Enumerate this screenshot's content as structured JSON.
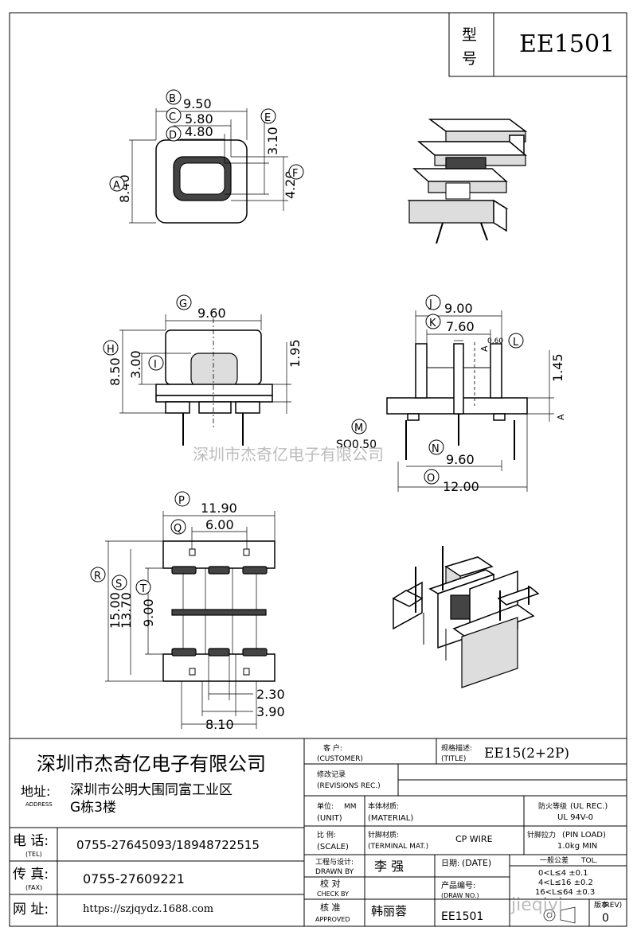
{
  "model": {
    "label_line1": "型",
    "label_line2": "号",
    "value": "EE1501"
  },
  "dims": {
    "top": {
      "d950": "9.50",
      "d580": "5.80",
      "d480": "4.80",
      "d840": "8.40",
      "d310": "3.10",
      "d420": "4.20"
    },
    "front": {
      "d960": "9.60",
      "d850": "8.50",
      "d300": "3.00",
      "d195": "1.95"
    },
    "side": {
      "d900": "9.00",
      "d760": "7.60",
      "d060": "0.60",
      "d145": "1.45",
      "d960": "9.60",
      "d1200": "12.00",
      "sq": "SQ0.50",
      "secA": "A",
      "secA2": "A"
    },
    "bottom": {
      "d1190": "11.90",
      "d600": "6.00",
      "d1500": "15.00",
      "d1370": "13.70",
      "d900": "9.00",
      "d230": "2.30",
      "d390": "3.90",
      "d810": "8.10"
    }
  },
  "callouts": {
    "A": "A",
    "B": "B",
    "C": "C",
    "D": "D",
    "E": "E",
    "F": "F",
    "G": "G",
    "H": "H",
    "I": "I",
    "J": "J",
    "K": "K",
    "L": "L",
    "M": "M",
    "N": "N",
    "O": "O",
    "P": "P",
    "Q": "Q",
    "R": "R",
    "S": "S",
    "T": "T"
  },
  "watermark": "深圳市杰奇亿电子有限公司",
  "title_block": {
    "company": "深圳市杰奇亿电子有限公司",
    "address_label": "地址:",
    "address_en": "ADDRESS",
    "address_line1": "深圳市公明大围同富工业区",
    "address_line2": "G栋3楼",
    "tel_label": "电  话:",
    "tel_en": "(TEL)",
    "tel_value": "0755-27645093/18948722515",
    "fax_label": "传  真:",
    "fax_en": "(FAX)",
    "fax_value": "0755-27609221",
    "web_label": "网  址:",
    "web_value": "https://szjqydz.1688.com",
    "customer_cn": "客    户:",
    "customer_en": "(CUSTOMER)",
    "title_cn": "规格描述:",
    "title_en": "(TITLE)",
    "title_value": "EE15(2+2P)",
    "rev_cn": "修改记录",
    "rev_en": "(REVISIONS REC.)",
    "unit_cn": "单位:",
    "unit_value": "MM",
    "unit_en": "(UNIT)",
    "material_cn": "本体材质:",
    "material_en": "(MATERIAL)",
    "fire_cn": "防火等级",
    "fire_en": "(UL REC.)",
    "fire_value": "UL 94V-0",
    "scale_cn": "比  例:",
    "scale_en": "(SCALE)",
    "term_cn": "针脚材质:",
    "term_en": "(TERMINAL MAT.)",
    "term_value": "CP WIRE",
    "pin_cn": "针脚拉力",
    "pin_en": "(PIN LOAD)",
    "pin_value": "1.0kg MIN",
    "drawn_cn": "工程与设计:",
    "drawn_en": "DRAWN BY",
    "drawn_value": "李  强",
    "date_cn": "日期:",
    "date_en": "(DATE)",
    "tol_cn": "一般公差",
    "tol_en": "TOL.",
    "tol1": "0<L≤4  ±0.1",
    "tol2": "4<L≤16 ±0.2",
    "tol3": "16<L≤64 ±0.3",
    "check_cn": "校  对",
    "check_en": "CHECK BY",
    "prodno_cn": "产品编号:",
    "prodno_en": "(DRAW NO.)",
    "approved_cn": "核  准",
    "approved_en": "APPROVED",
    "approved_value": "韩丽蓉",
    "prodno_value": "EE1501",
    "rev_label_cn": "版本",
    "rev_label_en": "(REV)",
    "rev_value": "0",
    "site_watermark": "jieqiyi"
  }
}
